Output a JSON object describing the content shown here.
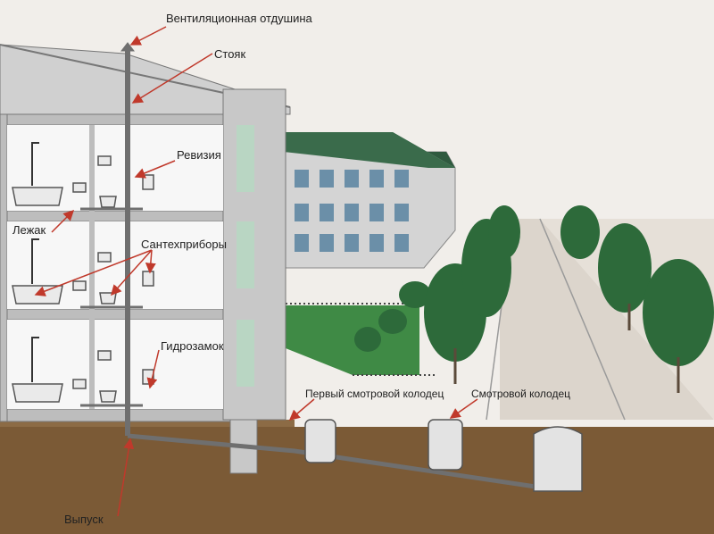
{
  "labels": {
    "vent": "Вентиляционная отдушина",
    "riser": "Стояк",
    "revision": "Ревизия",
    "lezhak": "Лежак",
    "fixtures": "Сантехприборы",
    "trap": "Гидрозамок",
    "first_well": "Первый смотровой колодец",
    "well": "Смотровой колодец",
    "outlet": "Выпуск"
  },
  "colors": {
    "ground": "#7b5a36",
    "sky": "#f1eeea",
    "pipe": "#6f6f6f",
    "building": "#c8c8c8",
    "roof": "#2f5a3f",
    "trees": "#2d6a3a",
    "label_arrow": "#c0392b",
    "road": "#dcd5cc"
  }
}
